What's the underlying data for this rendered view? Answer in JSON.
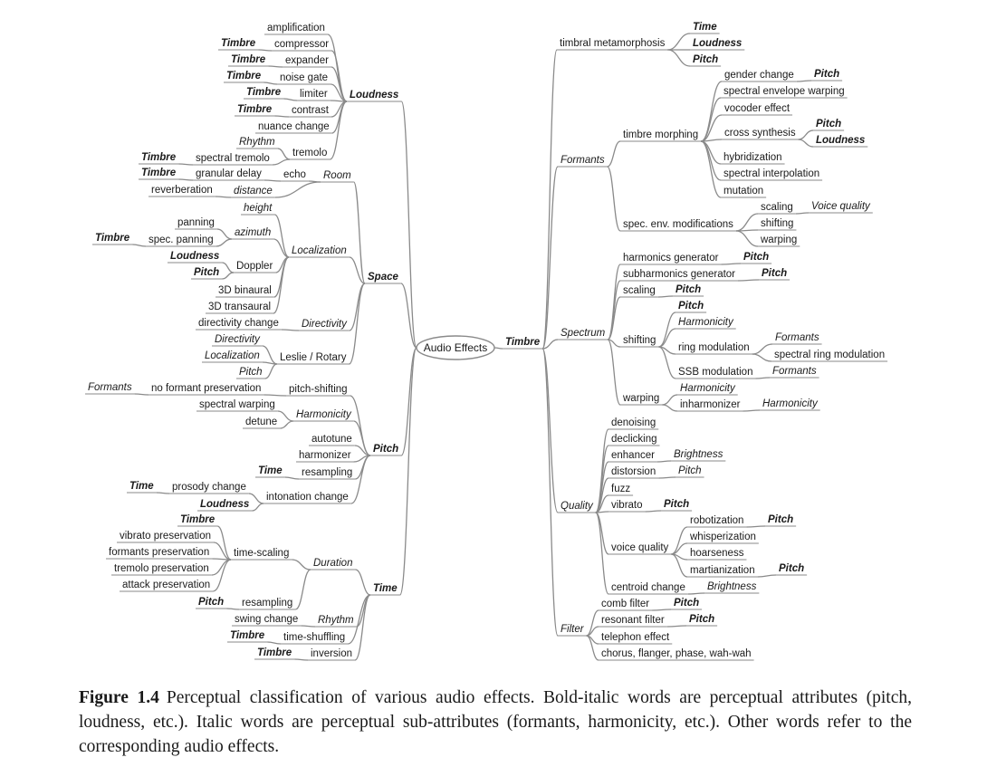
{
  "root": "Audio Effects",
  "left": [
    {
      "label": "Loudness",
      "cls": "attr",
      "children": [
        {
          "label": "amplification"
        },
        {
          "label": "compressor",
          "tags": [
            {
              "label": "Timbre",
              "cls": "attr"
            }
          ]
        },
        {
          "label": "expander",
          "tags": [
            {
              "label": "Timbre",
              "cls": "attr"
            }
          ]
        },
        {
          "label": "noise gate",
          "tags": [
            {
              "label": "Timbre",
              "cls": "attr"
            }
          ]
        },
        {
          "label": "limiter",
          "tags": [
            {
              "label": "Timbre",
              "cls": "attr"
            }
          ]
        },
        {
          "label": "contrast",
          "tags": [
            {
              "label": "Timbre",
              "cls": "attr"
            }
          ]
        },
        {
          "label": "nuance change"
        },
        {
          "label": "tremolo",
          "children": [
            {
              "label": "Rhythm",
              "cls": "sub"
            },
            {
              "label": "spectral tremolo",
              "tags": [
                {
                  "label": "Timbre",
                  "cls": "attr"
                }
              ]
            }
          ]
        }
      ]
    },
    {
      "label": "Space",
      "cls": "attr",
      "children": [
        {
          "label": "Room",
          "cls": "sub",
          "children": [
            {
              "label": "echo",
              "children": [
                {
                  "label": "granular delay",
                  "tags": [
                    {
                      "label": "Timbre",
                      "cls": "attr"
                    }
                  ]
                }
              ]
            },
            {
              "label": "distance",
              "cls": "sub",
              "children": [
                {
                  "label": "reverberation"
                }
              ]
            }
          ]
        },
        {
          "label": "Localization",
          "cls": "sub",
          "children": [
            {
              "label": "height",
              "cls": "sub"
            },
            {
              "label": "azimuth",
              "cls": "sub",
              "children": [
                {
                  "label": "panning"
                },
                {
                  "label": "spec. panning",
                  "tags": [
                    {
                      "label": "Timbre",
                      "cls": "attr"
                    }
                  ]
                }
              ]
            },
            {
              "label": "Doppler",
              "children": [
                {
                  "label": "Loudness",
                  "cls": "attr"
                },
                {
                  "label": "Pitch",
                  "cls": "attr"
                }
              ]
            },
            {
              "label": "3D binaural"
            },
            {
              "label": "3D transaural"
            }
          ]
        },
        {
          "label": "Directivity",
          "cls": "sub",
          "children": [
            {
              "label": "directivity change"
            }
          ]
        },
        {
          "label": "Leslie / Rotary",
          "children": [
            {
              "label": "Directivity",
              "cls": "sub"
            },
            {
              "label": "Localization",
              "cls": "sub"
            },
            {
              "label": "Pitch",
              "cls": "sub"
            }
          ]
        }
      ]
    },
    {
      "label": "Pitch",
      "cls": "attr",
      "children": [
        {
          "label": "pitch-shifting",
          "children": [
            {
              "label": "no formant preservation",
              "tags": [
                {
                  "label": "Formants",
                  "cls": "sub"
                }
              ]
            }
          ]
        },
        {
          "label": "Harmonicity",
          "cls": "sub",
          "children": [
            {
              "label": "spectral warping"
            },
            {
              "label": "detune"
            }
          ]
        },
        {
          "label": "autotune"
        },
        {
          "label": "harmonizer"
        },
        {
          "label": "resampling",
          "tags": [
            {
              "label": "Time",
              "cls": "attr"
            }
          ]
        },
        {
          "label": "intonation change",
          "children": [
            {
              "label": "prosody change",
              "tags": [
                {
                  "label": "Time",
                  "cls": "attr"
                }
              ]
            },
            {
              "label": "Loudness",
              "cls": "attr"
            }
          ]
        }
      ]
    },
    {
      "label": "Time",
      "cls": "attr",
      "children": [
        {
          "label": "Duration",
          "cls": "sub",
          "children": [
            {
              "label": "time-scaling",
              "children": [
                {
                  "label": "Timbre",
                  "cls": "attr"
                },
                {
                  "label": "vibrato preservation"
                },
                {
                  "label": "formants preservation"
                },
                {
                  "label": "tremolo preservation"
                },
                {
                  "label": "attack preservation"
                }
              ]
            },
            {
              "label": "resampling",
              "tags": [
                {
                  "label": "Pitch",
                  "cls": "attr"
                }
              ]
            }
          ]
        },
        {
          "label": "Rhythm",
          "cls": "sub",
          "children": [
            {
              "label": "swing change"
            }
          ]
        },
        {
          "label": "time-shuffling",
          "tags": [
            {
              "label": "Timbre",
              "cls": "attr"
            }
          ]
        },
        {
          "label": "inversion",
          "tags": [
            {
              "label": "Timbre",
              "cls": "attr"
            }
          ]
        }
      ]
    }
  ],
  "right": [
    {
      "label": "Timbre",
      "cls": "attr",
      "children": [
        {
          "label": "timbral metamorphosis",
          "children": [
            {
              "label": "Time",
              "cls": "attr"
            },
            {
              "label": "Loudness",
              "cls": "attr"
            },
            {
              "label": "Pitch",
              "cls": "attr"
            }
          ]
        },
        {
          "label": "Formants",
          "cls": "sub",
          "children": [
            {
              "label": "timbre morphing",
              "children": [
                {
                  "label": "gender change",
                  "tags": [
                    {
                      "label": "Pitch",
                      "cls": "attr"
                    }
                  ]
                },
                {
                  "label": "spectral envelope warping"
                },
                {
                  "label": "vocoder effect"
                },
                {
                  "label": "cross synthesis",
                  "children": [
                    {
                      "label": "Pitch",
                      "cls": "attr"
                    },
                    {
                      "label": "Loudness",
                      "cls": "attr"
                    }
                  ]
                },
                {
                  "label": "hybridization"
                },
                {
                  "label": "spectral interpolation"
                },
                {
                  "label": "mutation"
                }
              ]
            },
            {
              "label": "spec. env. modifications",
              "children": [
                {
                  "label": "scaling",
                  "tags": [
                    {
                      "label": "Voice quality",
                      "cls": "sub"
                    }
                  ]
                },
                {
                  "label": "shifting"
                },
                {
                  "label": "warping"
                }
              ]
            }
          ]
        },
        {
          "label": "Spectrum",
          "cls": "sub",
          "children": [
            {
              "label": "harmonics generator",
              "tags": [
                {
                  "label": "Pitch",
                  "cls": "attr"
                }
              ]
            },
            {
              "label": "subharmonics generator",
              "tags": [
                {
                  "label": "Pitch",
                  "cls": "attr"
                }
              ]
            },
            {
              "label": "scaling",
              "tags": [
                {
                  "label": "Pitch",
                  "cls": "attr"
                }
              ]
            },
            {
              "label": "shifting",
              "children": [
                {
                  "label": "Pitch",
                  "cls": "attr"
                },
                {
                  "label": "Harmonicity",
                  "cls": "sub"
                },
                {
                  "label": "ring modulation",
                  "children": [
                    {
                      "label": "Formants",
                      "cls": "sub"
                    },
                    {
                      "label": "spectral ring modulation"
                    }
                  ]
                },
                {
                  "label": "SSB modulation",
                  "tags": [
                    {
                      "label": "Formants",
                      "cls": "sub"
                    }
                  ]
                }
              ]
            },
            {
              "label": "warping",
              "children": [
                {
                  "label": "Harmonicity",
                  "cls": "sub"
                },
                {
                  "label": "inharmonizer",
                  "tags": [
                    {
                      "label": "Harmonicity",
                      "cls": "sub"
                    }
                  ]
                }
              ]
            }
          ]
        },
        {
          "label": "Quality",
          "cls": "sub",
          "children": [
            {
              "label": "denoising"
            },
            {
              "label": "declicking"
            },
            {
              "label": "enhancer",
              "tags": [
                {
                  "label": "Brightness",
                  "cls": "sub"
                }
              ]
            },
            {
              "label": "distorsion",
              "tags": [
                {
                  "label": "Pitch",
                  "cls": "sub"
                }
              ]
            },
            {
              "label": "fuzz"
            },
            {
              "label": "vibrato",
              "tags": [
                {
                  "label": "Pitch",
                  "cls": "attr"
                }
              ]
            },
            {
              "label": "voice quality",
              "children": [
                {
                  "label": "robotization",
                  "tags": [
                    {
                      "label": "Pitch",
                      "cls": "attr"
                    }
                  ]
                },
                {
                  "label": "whisperization"
                },
                {
                  "label": "hoarseness"
                },
                {
                  "label": "martianization",
                  "tags": [
                    {
                      "label": "Pitch",
                      "cls": "attr"
                    }
                  ]
                }
              ]
            },
            {
              "label": "centroid change",
              "tags": [
                {
                  "label": "Brightness",
                  "cls": "sub"
                }
              ]
            }
          ]
        },
        {
          "label": "Filter",
          "cls": "sub",
          "children": [
            {
              "label": "comb filter",
              "tags": [
                {
                  "label": "Pitch",
                  "cls": "attr"
                }
              ]
            },
            {
              "label": "resonant filter",
              "tags": [
                {
                  "label": "Pitch",
                  "cls": "attr"
                }
              ]
            },
            {
              "label": "telephon effect"
            },
            {
              "label": "chorus, flanger, phase, wah-wah"
            }
          ]
        }
      ]
    }
  ],
  "caption": {
    "label": "Figure 1.4",
    "text": "Perceptual classification of various audio effects. Bold-italic words are perceptual attributes (pitch, loudness, etc.). Italic words are perceptual sub-attributes (formants, harmonicity, etc.). Other words refer to the corresponding audio effects."
  }
}
